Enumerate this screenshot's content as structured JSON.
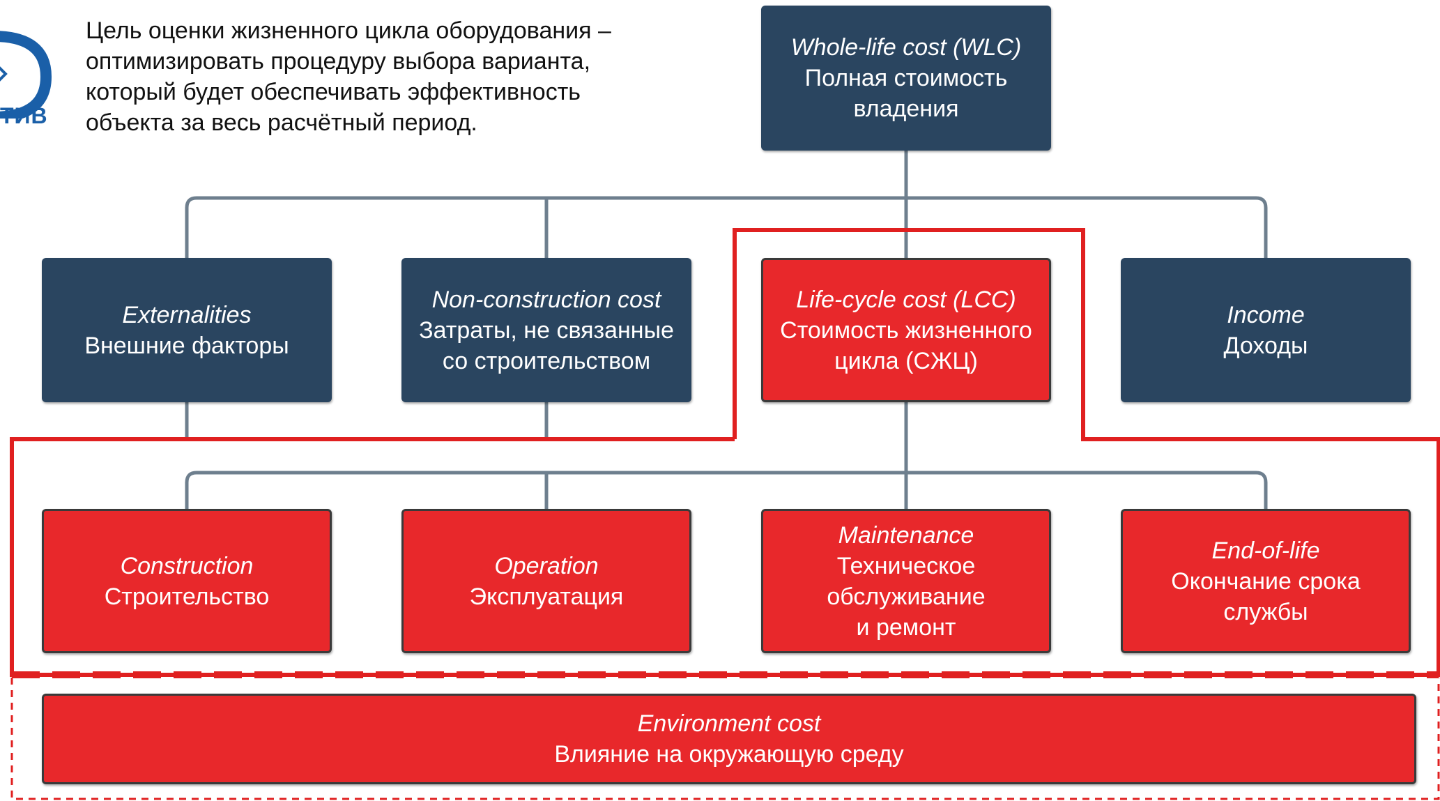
{
  "logo": {
    "text": "ТИВ",
    "icon": "chevron-right-icon",
    "color": "#1a5fa8"
  },
  "intro": {
    "lines": [
      "Цель оценки жизненного цикла оборудования –",
      "оптимизировать процедуру выбора варианта,",
      "который будет обеспечивать эффективность",
      "объекта за весь расчётный период."
    ]
  },
  "colors": {
    "navy": "#2a4560",
    "red": "#e8282b",
    "connector": "#6e7f8e",
    "frame": "#e02020"
  },
  "nodes": {
    "wlc": {
      "en": "Whole-life cost (WLC)",
      "ru": [
        "Полная стоимость",
        "владения"
      ]
    },
    "externalities": {
      "en": "Externalities",
      "ru": [
        "Внешние факторы"
      ]
    },
    "nonconstruction": {
      "en": "Non-construction cost",
      "ru": [
        "Затраты, не связанные",
        "со строительством"
      ]
    },
    "lcc": {
      "en": "Life-cycle cost (LCC)",
      "ru": [
        "Стоимость жизненного",
        "цикла (СЖЦ)"
      ]
    },
    "income": {
      "en": "Income",
      "ru": [
        "Доходы"
      ]
    },
    "construction": {
      "en": "Construction",
      "ru": [
        "Строительство"
      ]
    },
    "operation": {
      "en": "Operation",
      "ru": [
        "Эксплуатация"
      ]
    },
    "maintenance": {
      "en": "Maintenance",
      "ru": [
        "Техническое",
        "обслуживание",
        "и ремонт"
      ]
    },
    "endoflife": {
      "en": "End-of-life",
      "ru": [
        "Окончание срока",
        "службы"
      ]
    },
    "environment": {
      "en": "Environment cost",
      "ru": [
        "Влияние на окружающую среду"
      ]
    }
  }
}
